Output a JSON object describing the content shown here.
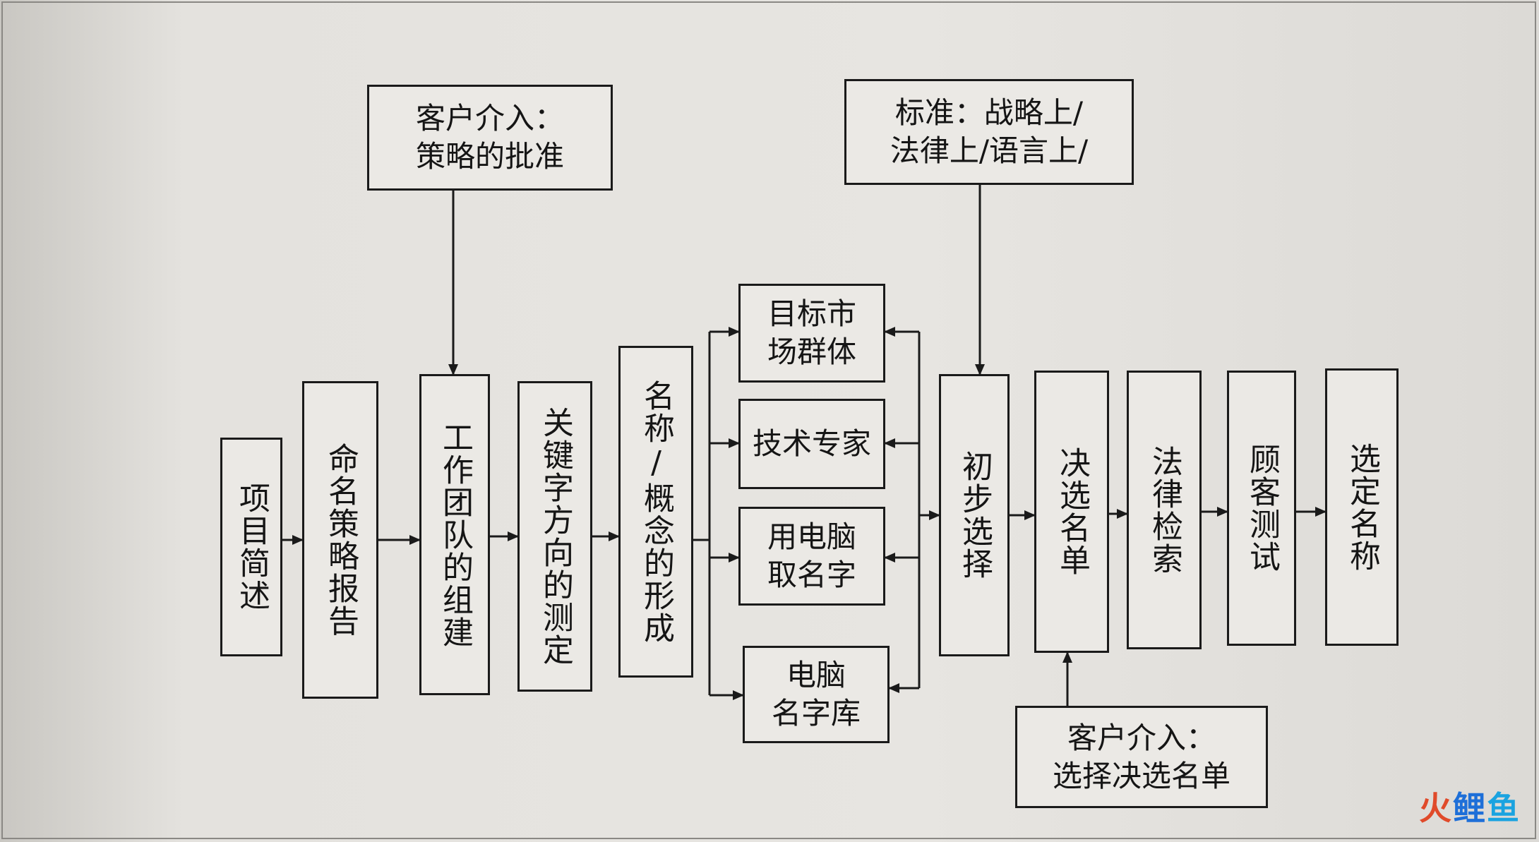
{
  "diagram": {
    "main_flow": [
      {
        "id": "project_brief",
        "label": "项目简述"
      },
      {
        "id": "naming_strategy_report",
        "label": "命名策略报告"
      },
      {
        "id": "team_formation",
        "label": "工作团队的组建"
      },
      {
        "id": "keyword_direction_test",
        "label": "关键字方向的测定"
      },
      {
        "id": "name_concept_formation",
        "label": "名称/概念的形成"
      }
    ],
    "sources": [
      {
        "id": "target_market",
        "label": "目标市场群体",
        "lines": [
          "目标市",
          "场群体"
        ]
      },
      {
        "id": "tech_experts",
        "label": "技术专家",
        "lines": [
          "技术专家"
        ]
      },
      {
        "id": "computer_naming",
        "label": "用电脑取名字",
        "lines": [
          "用电脑",
          "取名字"
        ]
      },
      {
        "id": "computer_name_db",
        "label": "电脑名字库",
        "lines": [
          "电脑",
          "名字库"
        ]
      }
    ],
    "selection_flow": [
      {
        "id": "initial_selection",
        "label": "初步选择"
      },
      {
        "id": "shortlist",
        "label": "决选名单"
      },
      {
        "id": "legal_search",
        "label": "法律检索"
      },
      {
        "id": "customer_test",
        "label": "顾客测试"
      },
      {
        "id": "final_name",
        "label": "选定名称"
      }
    ],
    "inputs": {
      "client_strategy": {
        "label": "客户介入：策略的批准",
        "lines": [
          "客户介入：",
          "策略的批准"
        ]
      },
      "criteria": {
        "label": "标准：战略上/法律上/语言上/",
        "lines": [
          "标准：战略上/",
          "法律上/语言上/"
        ]
      },
      "client_shortlist": {
        "label": "客户介入：选择决选名单",
        "lines": [
          "客户介入：",
          "选择决选名单"
        ]
      }
    }
  },
  "watermark": {
    "parts": [
      "火",
      "鲤",
      "鱼"
    ]
  },
  "colors": {
    "ink": "#1a1a1a",
    "paper": "#ebe9e5",
    "watermark_red": "#e04a2a",
    "watermark_blue": "#1e6fd8"
  }
}
